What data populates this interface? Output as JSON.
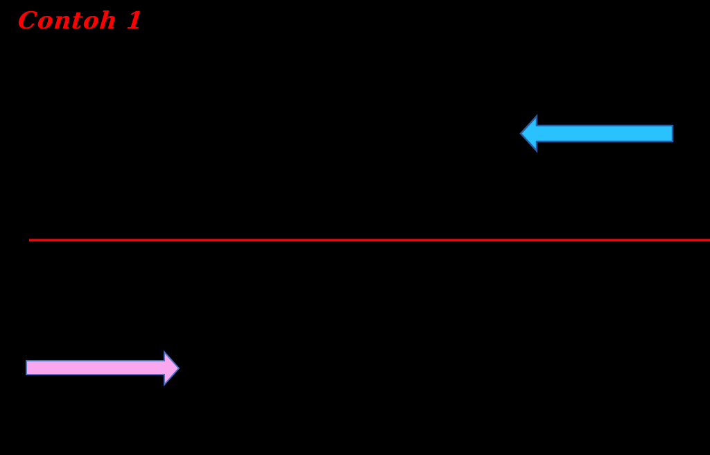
{
  "slide": {
    "background_color": "#000000",
    "title": {
      "text": "Contoh 1",
      "color": "#FF0000"
    },
    "divider_line": {
      "color": "#FE0000"
    },
    "arrows": {
      "blue": {
        "semantic": "blue-left-arrow",
        "direction": "left",
        "fill": "#29C2FE",
        "stroke": "#2E5B9E"
      },
      "pink": {
        "semantic": "pink-right-arrow",
        "direction": "right",
        "fill": "#F9A7EE",
        "stroke": "#4472C4"
      }
    }
  }
}
